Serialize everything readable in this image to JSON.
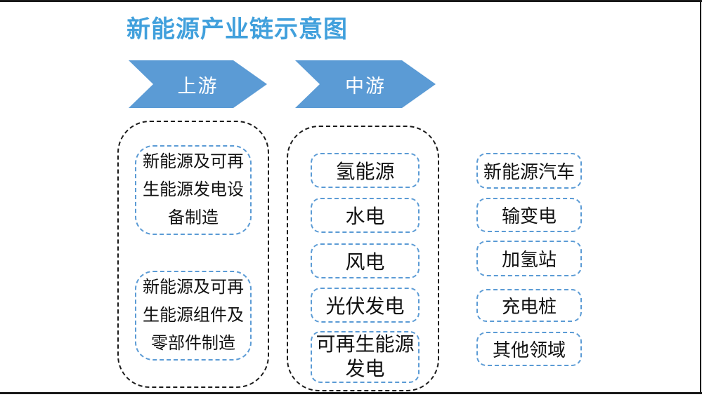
{
  "title": "新能源产业链示意图",
  "colors": {
    "title_blue": "#41A0DC",
    "shape_blue": "#5B9BD5",
    "outline_black": "#1A1A1A",
    "box_text": "#111111"
  },
  "stages": {
    "upstream": "上游",
    "midstream": "中游"
  },
  "chain": {
    "upstream": {
      "items": [
        "新能源及可再生能源发电设备制造",
        "新能源及可再生能源组件及零部件制造"
      ]
    },
    "midstream": {
      "items": [
        "氢能源",
        "水电",
        "风电",
        "光伏发电",
        "可再生能源发电"
      ]
    },
    "downstream": {
      "items": [
        "新能源汽车",
        "输变电",
        "加氢站",
        "充电桩",
        "其他领域"
      ]
    }
  }
}
